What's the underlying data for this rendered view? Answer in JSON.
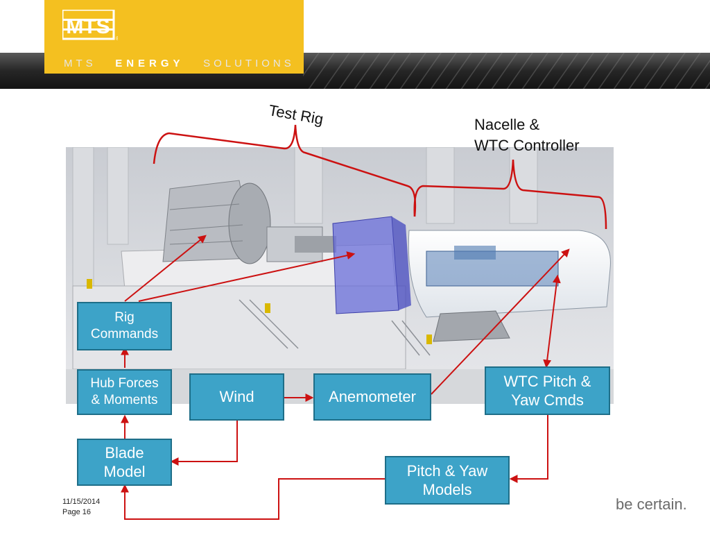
{
  "header": {
    "logo_text": "MTS",
    "logo_mark": "®",
    "tagline_pre": "MTS",
    "tagline_bold": "ENERGY",
    "tagline_post": "SOLUTIONS"
  },
  "labels": {
    "test_rig": "Test Rig",
    "nacelle_line1": "Nacelle &",
    "nacelle_line2": "WTC Controller"
  },
  "boxes": {
    "rig_commands": [
      "Rig",
      "Commands"
    ],
    "hub_forces": [
      "Hub Forces",
      "& Moments"
    ],
    "blade_model": [
      "Blade",
      "Model"
    ],
    "wind": "Wind",
    "anemometer": "Anemometer",
    "wtc_pitch": [
      "WTC Pitch &",
      "Yaw Cmds"
    ],
    "pitch_yaw_models": [
      "Pitch & Yaw",
      "Models"
    ]
  },
  "footer": {
    "date": "11/15/2014",
    "page": "Page 16",
    "slogan": "be certain."
  },
  "colors": {
    "brand_yellow": "#f4c020",
    "box_blue": "#3da3c8",
    "arrow_red": "#cc1111"
  }
}
